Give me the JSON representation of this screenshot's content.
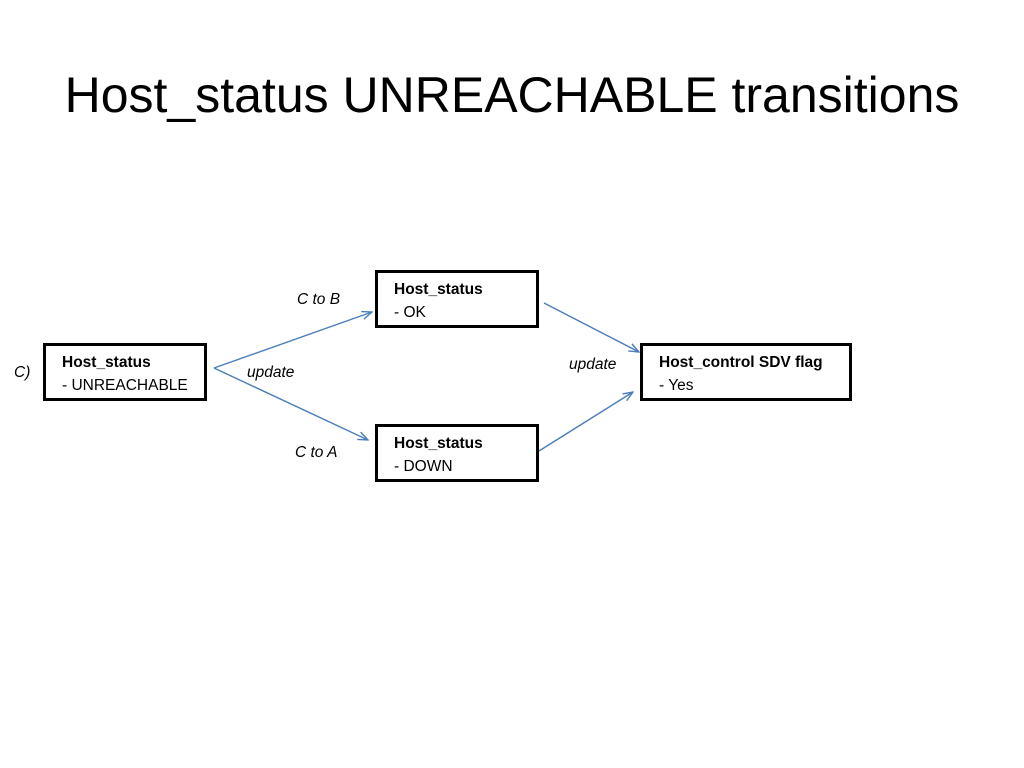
{
  "slide": {
    "title": "Host_status UNREACHABLE transitions",
    "case_label": "C)"
  },
  "colors": {
    "arrow": "#4a7ebb",
    "border": "#000000"
  },
  "nodes": {
    "unreachable": {
      "heading": "Host_status",
      "value": "- UNREACHABLE"
    },
    "ok": {
      "heading": "Host_status",
      "value": "- OK"
    },
    "down": {
      "heading": "Host_status",
      "value": "- DOWN"
    },
    "sdv_flag": {
      "heading": "Host_control SDV flag",
      "value": "- Yes"
    }
  },
  "edges": {
    "c_to_b": "C to B",
    "c_to_a": "C to A",
    "update_left": "update",
    "update_right": "update"
  }
}
